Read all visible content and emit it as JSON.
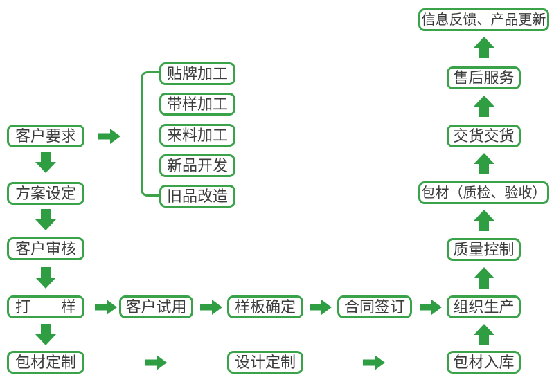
{
  "colors": {
    "box_border_green": "#3aa34a",
    "arrow_green": "#2f9e43",
    "text_gray": "#3c3c3c",
    "background": "#ffffff"
  },
  "nodes": {
    "left_column": [
      "客户要求",
      "方案设定",
      "客户审核",
      "打　　样",
      "包材定制"
    ],
    "branch": [
      "贴牌加工",
      "带样加工",
      "来料加工",
      "新品开发",
      "旧品改造"
    ],
    "middle_row": [
      "客户试用",
      "样板确定",
      "合同签订",
      "组织生产"
    ],
    "bottom_row": [
      "设计定制",
      "包材入库"
    ],
    "right_column": [
      "质量控制",
      "包材（质检、验收）",
      "交货交货",
      "售后服务",
      "信息反馈、产品更新"
    ]
  }
}
